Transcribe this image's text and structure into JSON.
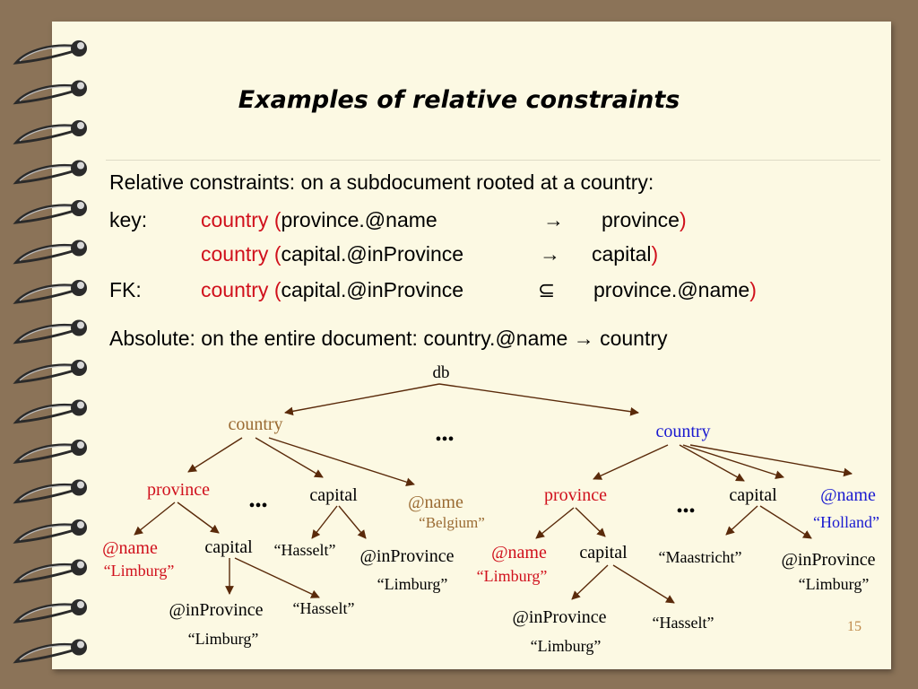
{
  "title": "Examples of relative constraints",
  "intro": "Relative constraints: on a subdocument rooted at a country:",
  "key_label": "key:",
  "key1": {
    "ctx": "country (",
    "lhs": "province.@name",
    "op": "→",
    "rhs": "province",
    "close": ")"
  },
  "key2": {
    "ctx": "country (",
    "lhs": "capital.@inProvince",
    "op": "→",
    "rhs": "capital",
    "close": ")"
  },
  "fk_label": "FK:",
  "fk": {
    "ctx": "country (",
    "lhs": "capital.@inProvince",
    "op": "⊆",
    "rhs": "province.@name",
    "close": ")"
  },
  "absolute": "Absolute: on the entire document:  country.@name → country",
  "tree": {
    "db": "db",
    "left_country": "country",
    "right_country": "country",
    "ellipsis": "•••",
    "left": {
      "province": "province",
      "capital": "capital",
      "name_attr": "@name",
      "name_value": "“Belgium”",
      "prov_name": "@name",
      "prov_name_value": "“Limburg”",
      "prov_capital": "capital",
      "prov_cap_inprov": "@inProvince",
      "prov_cap_inprov_value": "“Limburg”",
      "prov_cap_text": "“Hasselt”",
      "cap_text": "“Hasselt”",
      "cap_inprov": "@inProvince",
      "cap_inprov_value": "“Limburg”"
    },
    "right": {
      "province": "province",
      "capital": "capital",
      "name_attr": "@name",
      "name_value": "“Holland”",
      "prov_name": "@name",
      "prov_name_value": "“Limburg”",
      "prov_capital": "capital",
      "prov_cap_inprov": "@inProvince",
      "prov_cap_inprov_value": "“Limburg”",
      "prov_cap_text": "“Hasselt”",
      "cap_text": "“Maastricht”",
      "cap_inprov": "@inProvince",
      "cap_inprov_value": "“Limburg”"
    }
  },
  "slide_number": "15",
  "colors": {
    "red": "#d0101c",
    "brown": "#9a6a32",
    "blue": "#1a1ad0",
    "edge": "#5a2a0a",
    "page": "#fcf9e3",
    "background": "#8b7358"
  }
}
